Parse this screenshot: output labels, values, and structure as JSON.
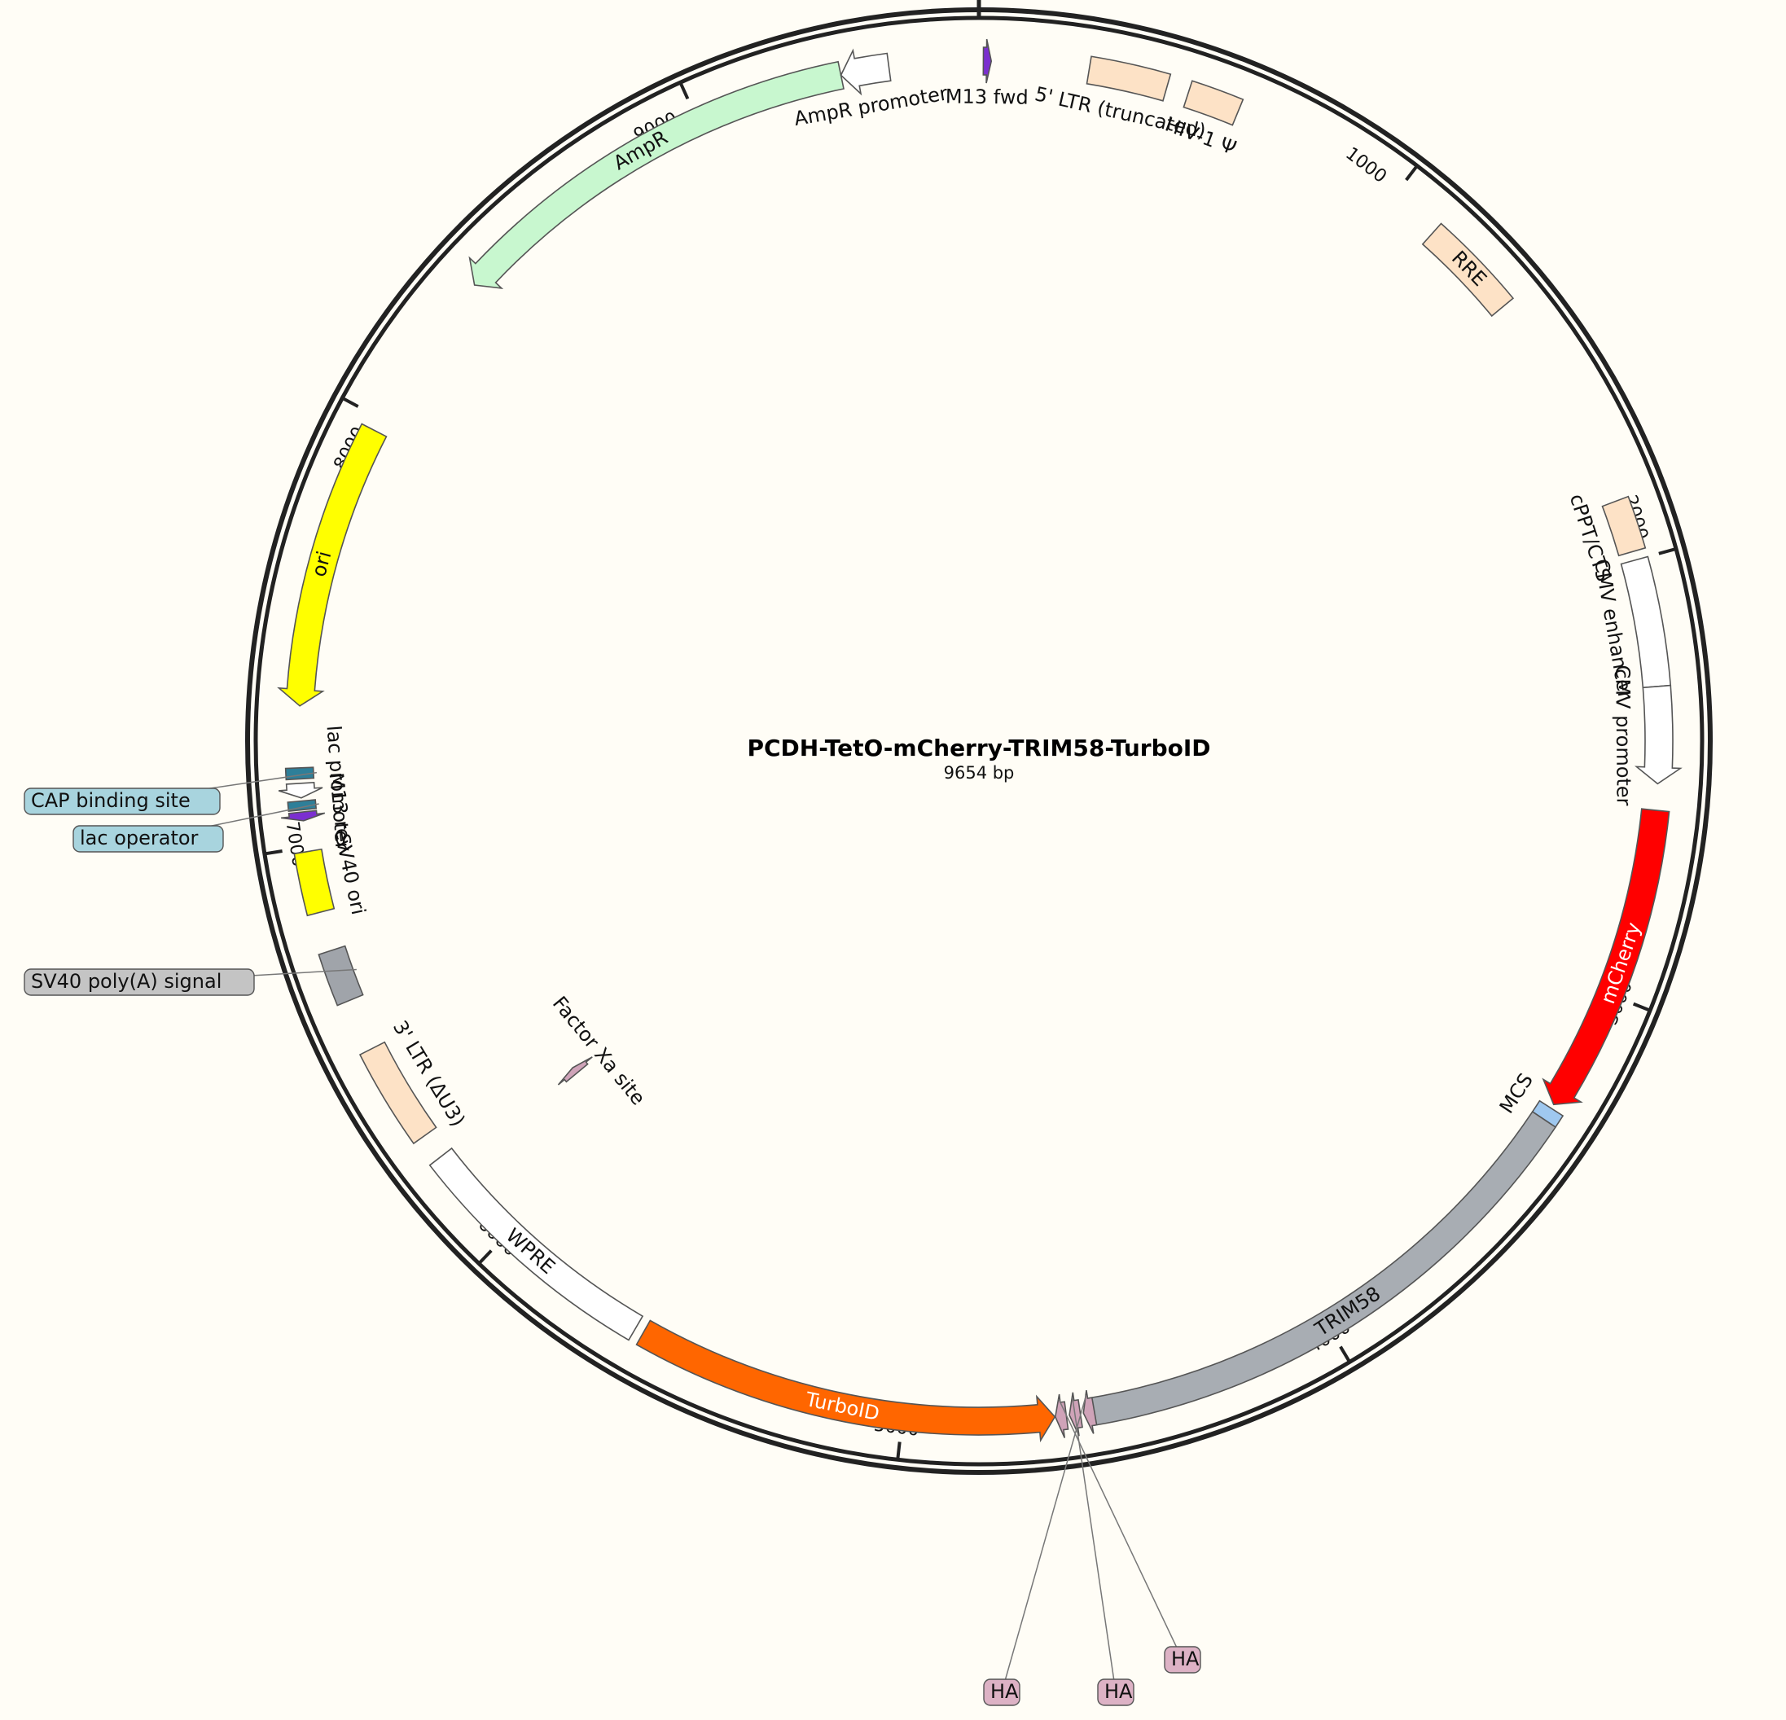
{
  "plasmid": {
    "name": "PCDH-TetO-mCherry-TRIM58-TurboID",
    "size_label": "9654 bp",
    "length": 9654
  },
  "ticks": [
    "1000",
    "2000",
    "3000",
    "4000",
    "5000",
    "6000",
    "7000",
    "8000",
    "9000"
  ],
  "colors": {
    "background": "#fffdf6",
    "backbone": "#222222",
    "ltr": "#fde2c6",
    "white": "#ffffff",
    "mcherry": "#ff0000",
    "trim58": "#a8adb3",
    "turboid": "#ff6600",
    "ampr": "#c8f7cf",
    "ori": "#ffff00",
    "primer": "#7b2fd0",
    "cap": "#2e7f99",
    "tag": "#cfa3b8",
    "mcs": "#9fc8ef",
    "label_box_blue": "#a8d4de",
    "label_box_gray": "#c4c4c4",
    "label_box_pink": "#ddb2c5"
  },
  "features": [
    {
      "id": "m13-fwd",
      "label": "M13 fwd",
      "color": "#7b2fd0",
      "start": 10,
      "end": 28,
      "dir": 1,
      "r": 1000
    },
    {
      "id": "ltr5",
      "label": "5' LTR (truncated)",
      "color": "#fde2c6",
      "start": 250,
      "end": 430,
      "dir": 0,
      "r": 1000
    },
    {
      "id": "hiv1-psi",
      "label": "HIV-1 Ψ",
      "color": "#fde2c6",
      "start": 480,
      "end": 600,
      "dir": 0,
      "r": 1000
    },
    {
      "id": "rre",
      "label": "RRE",
      "color": "#fde2c6",
      "start": 1120,
      "end": 1350,
      "dir": 0,
      "r": 1000
    },
    {
      "id": "cppt",
      "label": "cPPT/CTS",
      "color": "#fde2c6",
      "start": 1860,
      "end": 1980,
      "dir": 0,
      "r": 1000
    },
    {
      "id": "cmv-enh",
      "label": "CMV enhancer",
      "color": "#ffffff",
      "start": 2000,
      "end": 2290,
      "dir": 0,
      "r": 1000
    },
    {
      "id": "cmv-prom",
      "label": "CMV promoter",
      "color": "#ffffff",
      "start": 2290,
      "end": 2510,
      "dir": 1,
      "r": 1000
    },
    {
      "id": "mcherry",
      "label": "mCherry",
      "color": "#ff0000",
      "start": 2570,
      "end": 3280,
      "dir": 1,
      "r": 1000
    },
    {
      "id": "mcs",
      "label": "MCS",
      "color": "#9fc8ef",
      "start": 3290,
      "end": 3320,
      "dir": 0,
      "r": 1000
    },
    {
      "id": "trim58",
      "label": "TRIM58",
      "color": "#a8adb3",
      "start": 3320,
      "end": 4570,
      "dir": 0,
      "r": 1000
    },
    {
      "id": "ha-1",
      "label": "HA",
      "color": "#cfa3b8",
      "start": 4565,
      "end": 4590,
      "dir": 1,
      "r": 1000
    },
    {
      "id": "ha-2",
      "label": "HA",
      "color": "#cfa3b8",
      "start": 4597,
      "end": 4622,
      "dir": 1,
      "r": 1000
    },
    {
      "id": "ha-3",
      "label": "HA",
      "color": "#cfa3b8",
      "start": 4629,
      "end": 4654,
      "dir": 1,
      "r": 1000
    },
    {
      "id": "turboid",
      "label": "TurboID",
      "color": "#ff6600",
      "start": 4655,
      "end": 5620,
      "dir": -1,
      "r": 1000
    },
    {
      "id": "wpre",
      "label": "WPRE",
      "color": "#ffffff",
      "start": 5640,
      "end": 6230,
      "dir": 0,
      "r": 1000
    },
    {
      "id": "factor-xa",
      "label": "Factor Xa site",
      "color": "#cfa3b8",
      "start": 6180,
      "end": 6200,
      "dir": 1,
      "r": 620
    },
    {
      "id": "ltr3",
      "label": "3' LTR (ΔU3)",
      "color": "#fde2c6",
      "start": 6290,
      "end": 6520,
      "dir": 0,
      "r": 1000
    },
    {
      "id": "sv40-polya",
      "label": "SV40 poly(A) signal",
      "color": "#a0a4aa",
      "start": 6640,
      "end": 6760,
      "dir": 0,
      "r": 1000
    },
    {
      "id": "sv40-ori",
      "label": "SV40 ori",
      "color": "#ffff00",
      "start": 6850,
      "end": 6990,
      "dir": 0,
      "r": 1000
    },
    {
      "id": "m13-rev",
      "label": "M13 rev",
      "color": "#7b2fd0",
      "start": 7060,
      "end": 7080,
      "dir": -1,
      "r": 1000
    },
    {
      "id": "lac-op",
      "label": "lac operator",
      "color": "#2e7f99",
      "start": 7085,
      "end": 7105,
      "dir": 0,
      "r": 1000
    },
    {
      "id": "lac-prom",
      "label": "lac promoter",
      "color": "#ffffff",
      "start": 7112,
      "end": 7145,
      "dir": -1,
      "r": 1000
    },
    {
      "id": "cap-site",
      "label": "CAP binding site",
      "color": "#2e7f99",
      "start": 7155,
      "end": 7180,
      "dir": 0,
      "r": 1000
    },
    {
      "id": "ori",
      "label": "ori",
      "color": "#ffff00",
      "start": 7320,
      "end": 7970,
      "dir": -1,
      "r": 1000
    },
    {
      "id": "ampr",
      "label": "AmpR",
      "color": "#c8f7cf",
      "start": 8370,
      "end": 9340,
      "dir": -1,
      "r": 1000
    },
    {
      "id": "ampr-prom",
      "label": "AmpR promoter",
      "color": "#ffffff",
      "start": 9340,
      "end": 9450,
      "dir": -1,
      "r": 1000
    }
  ]
}
